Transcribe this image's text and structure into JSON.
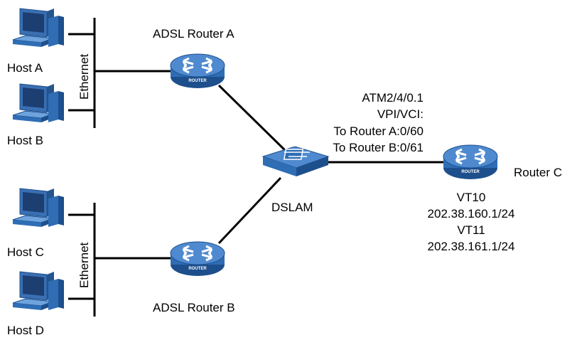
{
  "routers": {
    "a": {
      "name": "ADSL Router A",
      "badge": "ROUTER"
    },
    "b": {
      "name": "ADSL Router B",
      "badge": "ROUTER"
    },
    "c": {
      "name": "Router C",
      "badge": "ROUTER",
      "interfaces": [
        "VT10",
        "202.38.160.1/24",
        "VT11",
        "202.38.161.1/24"
      ]
    }
  },
  "dslam": {
    "name": "DSLAM",
    "atm_interface": "ATM2/4/0.1",
    "vpi_vci_label": "VPI/VCI:",
    "to_router_a": "To Router A:0/60",
    "to_router_b": "To Router B:0/61"
  },
  "hosts": {
    "a": "Host A",
    "b": "Host B",
    "c": "Host C",
    "d": "Host D"
  },
  "lans": {
    "top": "Ethernet",
    "bottom": "Ethernet"
  },
  "colors": {
    "device_blue": "#2f6db5",
    "device_dark": "#1d4f8c",
    "device_light": "#6ea3de",
    "link": "#000000"
  }
}
